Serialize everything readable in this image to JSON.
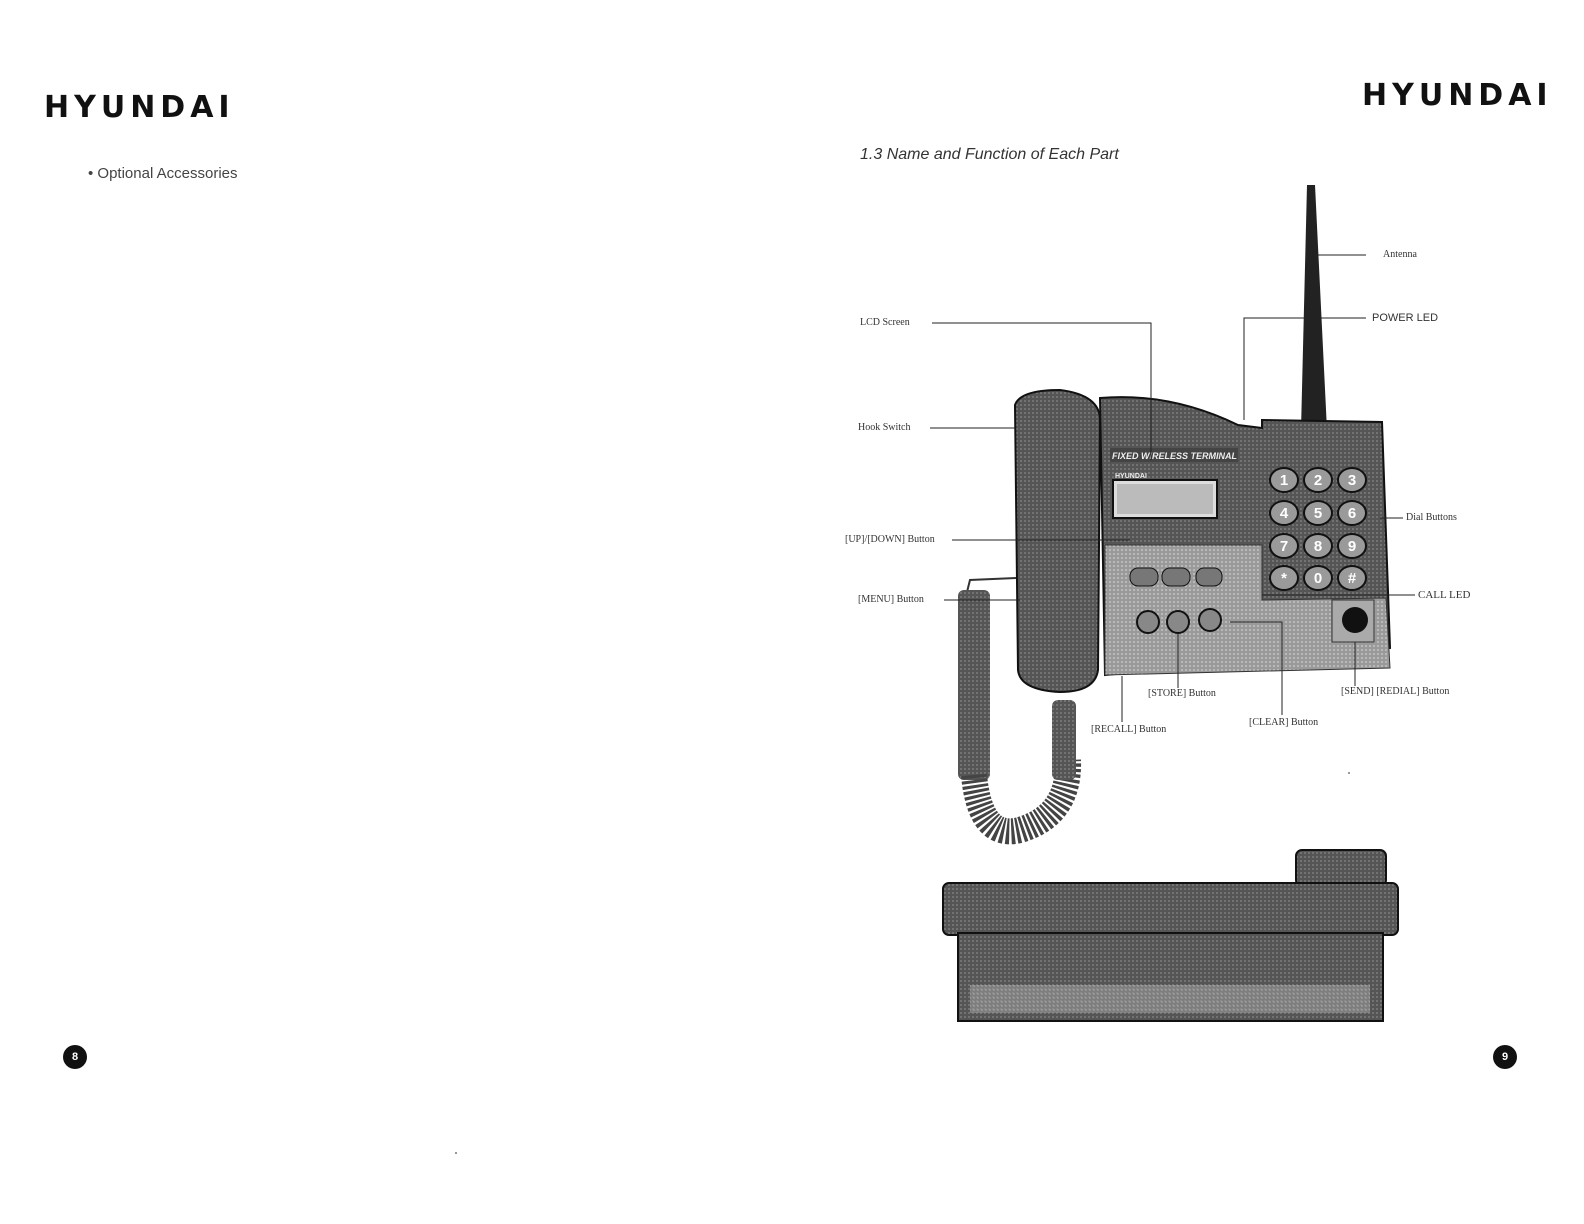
{
  "left_page": {
    "brand": "HYUNDAI",
    "bullet_text": "• Optional Accessories",
    "page_number": "8"
  },
  "right_page": {
    "brand": "HYUNDAI",
    "section_title": "1.3 Name and Function of Each Part",
    "page_number": "9",
    "callouts": {
      "antenna": "Antenna",
      "power_led": "POWER LED",
      "lcd_screen": "LCD Screen",
      "hook_switch": "Hook Switch",
      "updown_button": "[UP]/[DOWN] Button",
      "dial_buttons": "Dial Buttons",
      "menu_button": "[MENU] Button",
      "call_led": "CALL LED",
      "send_redial_button": "[SEND] [REDIAL] Button",
      "store_button": "[STORE] Button",
      "clear_button": "[CLEAR] Button",
      "recall_button": "[RECALL] Button"
    },
    "device_panel_text": "FIXED WIRELESS TERMINAL",
    "device_model_text": "HYUNDAI",
    "keypad": [
      "1",
      "2",
      "3",
      "4",
      "5",
      "6",
      "7",
      "8",
      "9",
      "*",
      "0",
      "#"
    ]
  }
}
